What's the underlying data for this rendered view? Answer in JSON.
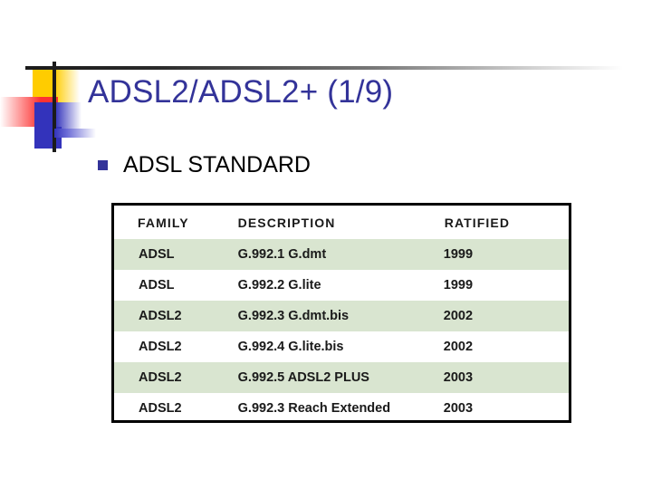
{
  "slide": {
    "title": "ADSL2/ADSL2+ (1/9)",
    "bullet_label": "ADSL STANDARD",
    "bullet_marker": "square-bullet-icon",
    "title_color": "#333399",
    "bullet_color": "#333399"
  },
  "logo": {
    "name": "decorative-logo",
    "yellow": "#ffcc00",
    "red": "#fc3232",
    "blue": "#3333bb",
    "cross": "#1b1b1b"
  },
  "table": {
    "name": "adsl-standards-table",
    "row_shade_color": "#d9e5d0",
    "border_color": "#000000",
    "columns": [
      "FAMILY",
      "DESCRIPTION",
      "RATIFIED"
    ],
    "rows": [
      {
        "family": "ADSL",
        "description": "G.992.1 G.dmt",
        "ratified": "1999",
        "shaded": true
      },
      {
        "family": "ADSL",
        "description": "G.992.2 G.lite",
        "ratified": "1999",
        "shaded": false
      },
      {
        "family": "ADSL2",
        "description": "G.992.3 G.dmt.bis",
        "ratified": "2002",
        "shaded": true
      },
      {
        "family": "ADSL2",
        "description": "G.992.4 G.lite.bis",
        "ratified": "2002",
        "shaded": false
      },
      {
        "family": "ADSL2",
        "description": "G.992.5 ADSL2 PLUS",
        "ratified": "2003",
        "shaded": true
      },
      {
        "family": "ADSL2",
        "description": "G.992.3 Reach Extended",
        "ratified": "2003",
        "shaded": false
      }
    ]
  }
}
